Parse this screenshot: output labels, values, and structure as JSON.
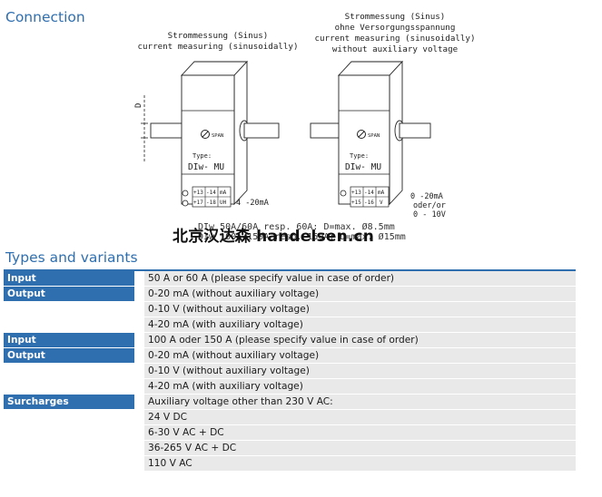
{
  "connection": {
    "title": "Connection",
    "left_diagram": {
      "caption_line1": "Strommessung (Sinus)",
      "caption_line2": "current measuring (sinusoidally)",
      "dimension_label": "D",
      "span_label": "SPAN",
      "type_label": "Type:",
      "model": "DIw- MU",
      "terminals_row1": [
        "+13",
        "-14",
        "mA"
      ],
      "terminals_row2": [
        "+17",
        "-18",
        "UH"
      ],
      "output_label": "4 -20mA"
    },
    "right_diagram": {
      "caption_line1": "Strommessung (Sinus)",
      "caption_line2": "ohne Versorgungsspannung",
      "caption_line3": "current measuring (sinusoidally)",
      "caption_line4": "without auxiliary voltage",
      "span_label": "SPAN",
      "type_label": "Type:",
      "model": "DIw- MU",
      "terminals_row1": [
        "+13",
        "-14",
        "mA"
      ],
      "terminals_row2": [
        "+15",
        "-16",
        "V"
      ],
      "output_line1": "0 -20mA",
      "output_line2": "oder/or",
      "output_line3": "0 - 10V"
    },
    "footnote_line1": "DIw 50A/60A resp. 60A: D=max. Ø8.5mm",
    "footnote_line2": "DIw 100A/150A resp. 150A: D=max. Ø15mm",
    "watermark": "北京汉达森 handelsen.cn"
  },
  "types": {
    "title": "Types and variants",
    "rows": [
      {
        "label": "Input",
        "value": "50 A or 60 A (please specify value in case of order)"
      },
      {
        "label": "Output",
        "value": "0-20 mA (without auxiliary voltage)"
      },
      {
        "label": "",
        "value": "0-10 V (without auxiliary voltage)"
      },
      {
        "label": "",
        "value": "4-20 mA (with auxiliary voltage)"
      },
      {
        "label": "Input",
        "value": "100 A oder 150 A (please specify value in case of order)"
      },
      {
        "label": "Output",
        "value": "0-20 mA (without auxiliary voltage)"
      },
      {
        "label": "",
        "value": "0-10 V (without auxiliary voltage)"
      },
      {
        "label": "",
        "value": "4-20 mA (with auxiliary voltage)"
      },
      {
        "label": "Surcharges",
        "value": "Auxiliary voltage other than 230 V AC:"
      },
      {
        "label": "",
        "value": "24 V DC"
      },
      {
        "label": "",
        "value": "6-30 V AC + DC"
      },
      {
        "label": "",
        "value": "36-265 V AC + DC"
      },
      {
        "label": "",
        "value": "110 V AC"
      }
    ]
  }
}
